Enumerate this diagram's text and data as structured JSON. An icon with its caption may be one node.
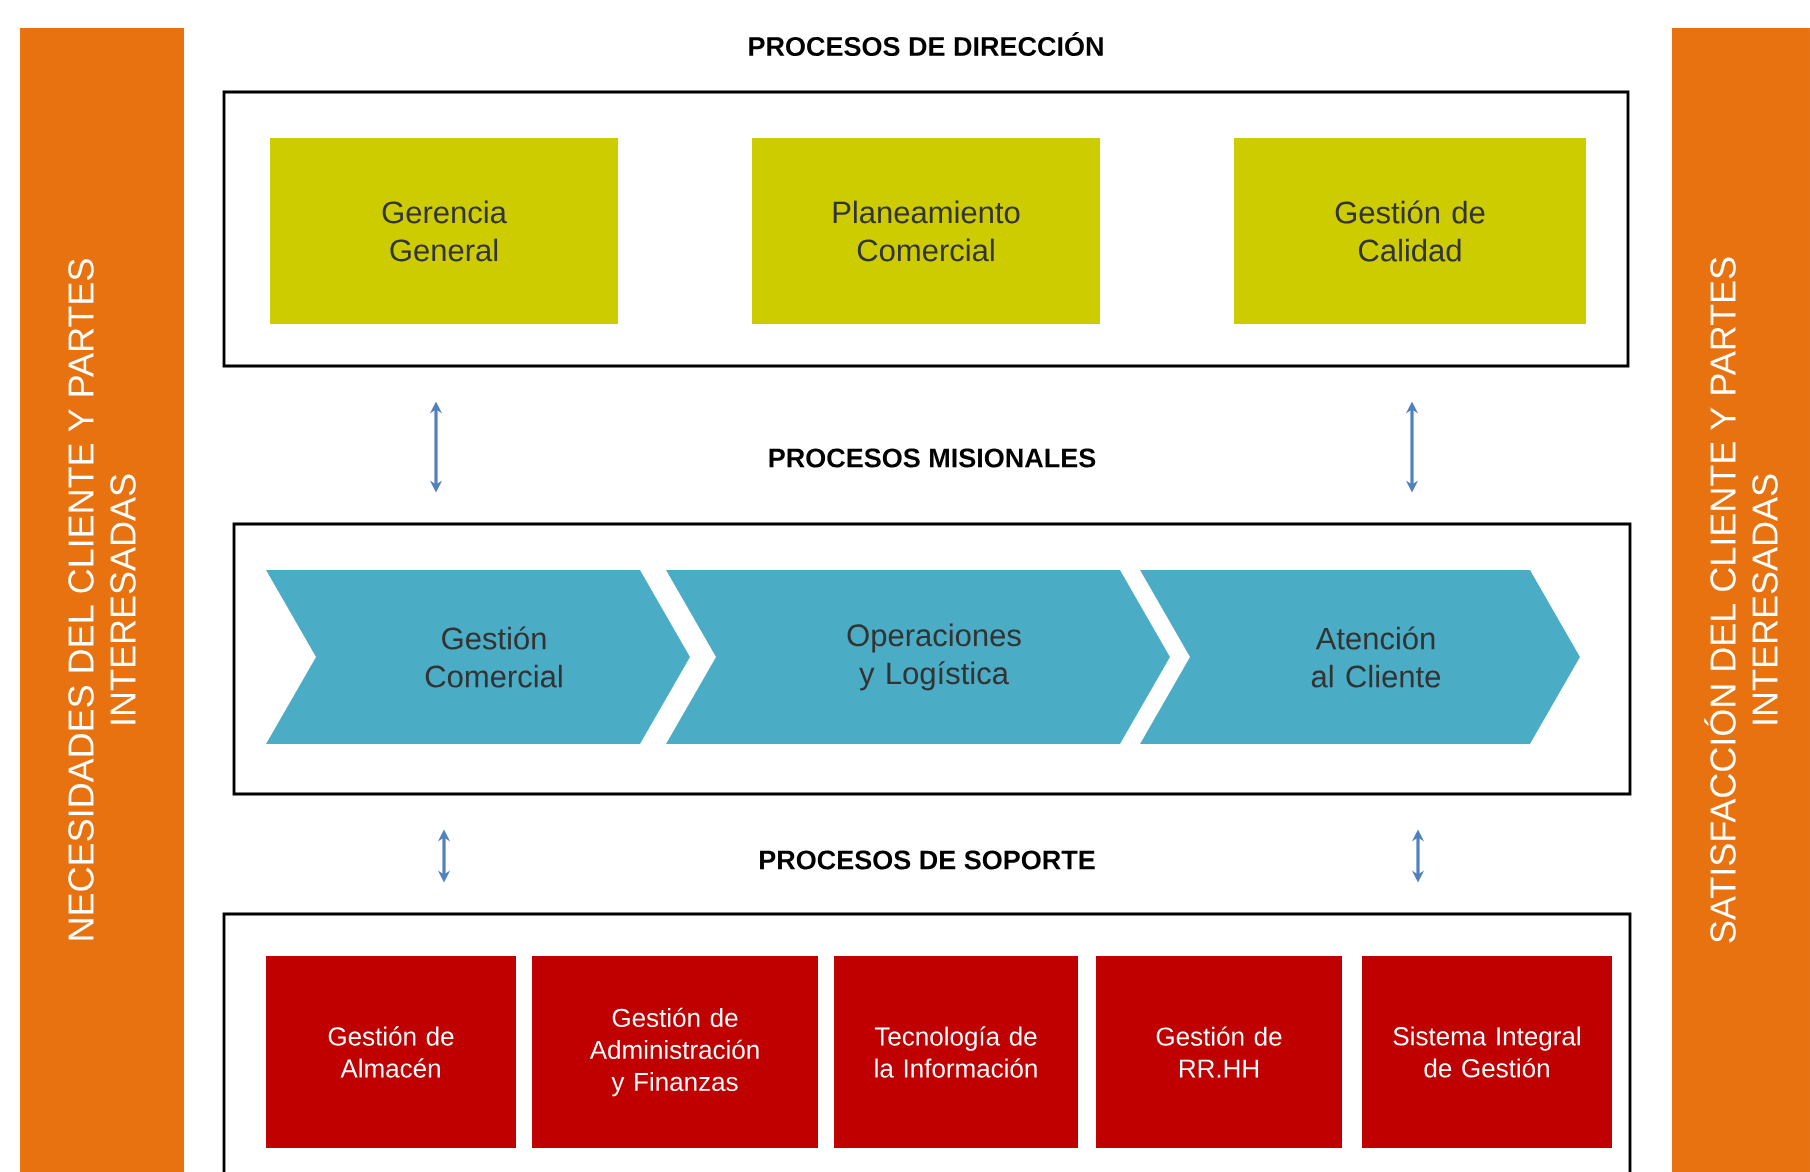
{
  "diagram": {
    "nodes": [
      {
        "text": [
          "NECESIDADES DEL CLIENTE Y PARTES INTERESADAS"
        ]
      },
      {
        "text": [
          "SATISFACCIÓN DEL CLIENTE Y PARTES INTERESADAS"
        ]
      },
      {
        "text": [
          "PROCESOS DE DIRECCIÓN"
        ]
      },
      {
        "text": [
          "Gerencia General"
        ],
        "in": 2
      },
      {
        "text": [
          "Planeamiento Comercial"
        ],
        "in": 2
      },
      {
        "text": [
          "Gestión de Calidad"
        ],
        "in": 2
      },
      {
        "text": [
          "PROCESOS MISIONALES"
        ]
      },
      {
        "text": [
          "Gestión Comercial"
        ],
        "in": 6
      },
      {
        "text": [
          "Operaciones y Logística"
        ],
        "in": 6
      },
      {
        "text": [
          "Atención al Cliente"
        ],
        "in": 6
      },
      {
        "text": [
          "PROCESOS DE SOPORTE"
        ]
      },
      {
        "text": [
          "Gestión de Almacén"
        ],
        "in": 10
      },
      {
        "text": [
          "Gestión de Administración y Finanzas"
        ],
        "in": 10
      },
      {
        "text": [
          "Tecnología de la Información"
        ],
        "in": 10
      },
      {
        "text": [
          "Gestión de RR.HH"
        ],
        "in": 10
      },
      {
        "text": [
          "Sistema Integral de Gestión"
        ],
        "in": 10
      }
    ],
    "edges": [
      {
        "from": 2,
        "to": 6,
        "arrow": "both"
      },
      {
        "from": 2,
        "to": 6,
        "arrow": "both"
      },
      {
        "from": 6,
        "to": 10,
        "arrow": "both"
      },
      {
        "from": 6,
        "to": 10,
        "arrow": "both"
      }
    ]
  }
}
